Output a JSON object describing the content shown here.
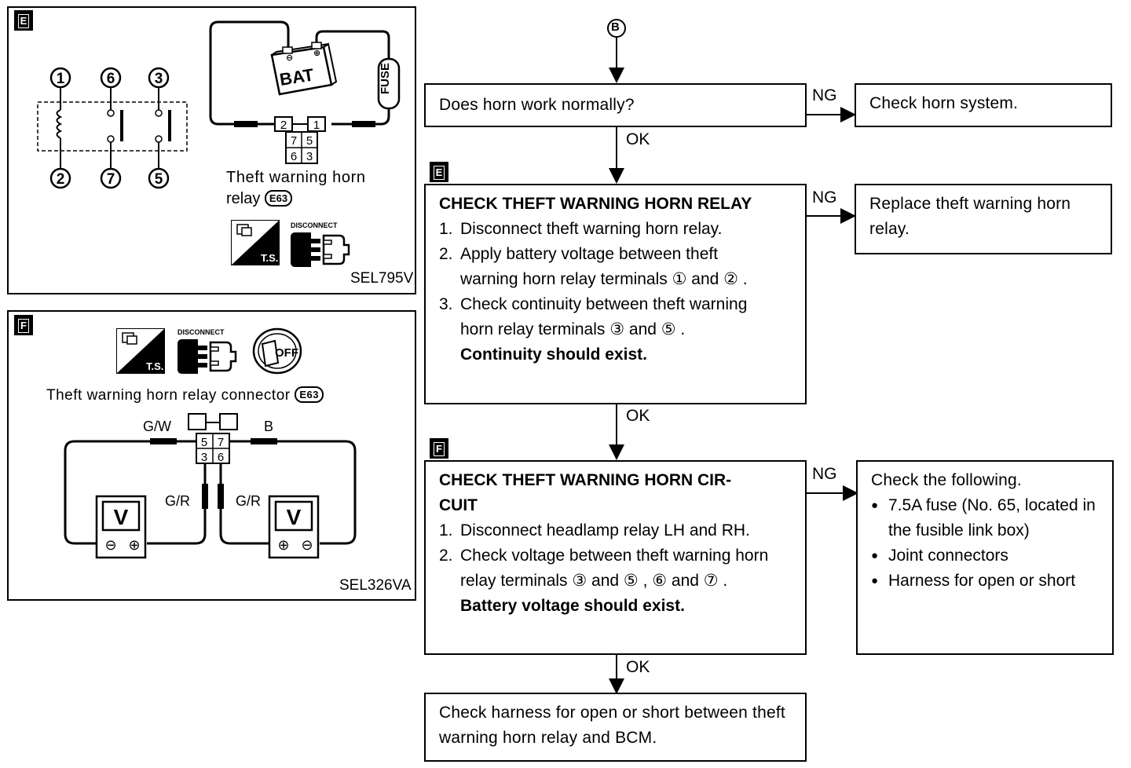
{
  "panel_e": {
    "tag": "E",
    "relay_caption_line1": "Theft  warning  horn",
    "relay_caption_line2": "relay",
    "connector_id": "E63",
    "terminals_top": [
      "1",
      "6",
      "3"
    ],
    "terminals_bottom": [
      "2",
      "7",
      "5"
    ],
    "battery_label": "BAT",
    "fuse_label": "FUSE",
    "connector_pins_top": [
      "2",
      "1"
    ],
    "connector_pins_grid": [
      [
        "7",
        "5"
      ],
      [
        "6",
        "3"
      ]
    ],
    "ts_label": "T.S.",
    "disconnect_label": "DISCONNECT",
    "figure_code": "SEL795V"
  },
  "panel_f": {
    "tag": "F",
    "ts_label": "T.S.",
    "disconnect_label": "DISCONNECT",
    "off_label": "OFF",
    "caption": "Theft  warning  horn  relay  connector",
    "connector_id": "E63",
    "wire_left": "G/W",
    "wire_right": "B",
    "wire_bottom_left": "G/R",
    "wire_bottom_right": "G/R",
    "pins_row1": [
      "5",
      "7"
    ],
    "pins_row2": [
      "3",
      "6"
    ],
    "meter_label": "V",
    "minus": "⊖",
    "plus": "⊕",
    "figure_code": "SEL326VA"
  },
  "flow": {
    "entry": "B",
    "q1": "Does horn work normally?",
    "ng": "NG",
    "ok": "OK",
    "q1_ng_action": "Check horn system.",
    "step_e": {
      "tag": "E",
      "title": "CHECK THEFT WARNING HORN RELAY",
      "items": [
        {
          "num": "1.",
          "text": "Disconnect theft warning horn relay."
        },
        {
          "num": "2.",
          "text": "Apply battery voltage between theft warning horn relay terminals ①  and ② ."
        },
        {
          "num": "3.",
          "text": "Check continuity between theft warning horn relay terminals ③  and ⑤ ."
        }
      ],
      "result": "Continuity should exist.",
      "ng_action": "Replace theft warning horn relay."
    },
    "step_f": {
      "tag": "F",
      "title_line1": "CHECK THEFT WARNING HORN CIR-",
      "title_line2": "CUIT",
      "items": [
        {
          "num": "1.",
          "text": "Disconnect headlamp relay LH and RH."
        },
        {
          "num": "2.",
          "text": "Check voltage between theft warning horn relay terminals ③  and ⑤ , ⑥  and ⑦ ."
        }
      ],
      "result": "Battery voltage should exist.",
      "ng_title": "Check the following.",
      "ng_items": [
        "7.5A fuse (No. 65, located in the fusible link box)",
        "Joint connectors",
        "Harness for open or short"
      ]
    },
    "final": "Check harness for open or short between theft warning horn relay and BCM."
  }
}
